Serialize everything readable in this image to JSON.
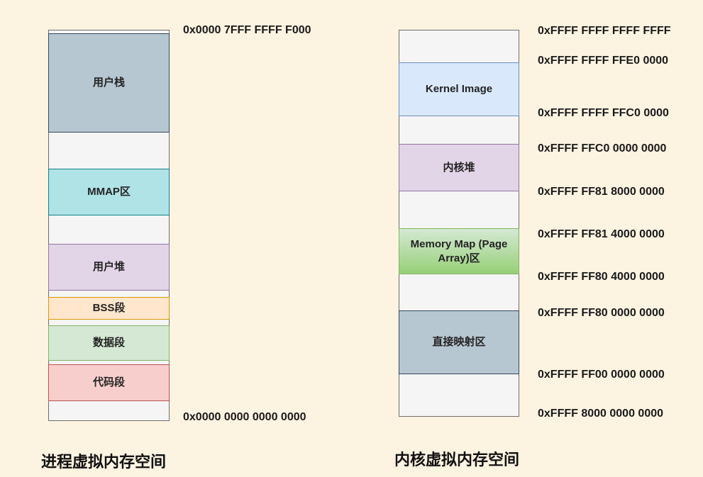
{
  "palette": {
    "background": "#FDF3E1",
    "container_fill": "#F5F5F5",
    "container_stroke": "#6E6E6E",
    "text": "#1A1A1A",
    "slate_fill": "#B7C7D1",
    "slate_stroke": "#33475B",
    "teal_fill": "#B0E3E6",
    "teal_stroke": "#0E8088",
    "purple_fill": "#E1D5E7",
    "purple_stroke": "#9673A6",
    "orange_fill": "#FFE6CC",
    "orange_stroke": "#D79B00",
    "green_fill": "#D5E8D4",
    "green_stroke": "#82B366",
    "green_gradient_bottom": "#97D077",
    "red_fill": "#F8CECC",
    "red_stroke": "#B85450",
    "blue_fill": "#DAE8FC",
    "blue_stroke": "#6C8EBF"
  },
  "process_space": {
    "title": "进程虚拟内存空间",
    "top_address": "0x0000 7FFF FFFF F000",
    "bottom_address": "0x0000 0000 0000 0000",
    "segments": [
      {
        "name": "user-stack",
        "label": "用户栈"
      },
      {
        "name": "mmap",
        "label": "MMAP区"
      },
      {
        "name": "user-heap",
        "label": "用户堆"
      },
      {
        "name": "bss",
        "label": "BSS段"
      },
      {
        "name": "data",
        "label": "数据段"
      },
      {
        "name": "code",
        "label": "代码段"
      }
    ]
  },
  "kernel_space": {
    "title": "内核虚拟内存空间",
    "segments": [
      {
        "name": "kernel-image",
        "label": "Kernel Image"
      },
      {
        "name": "kernel-heap",
        "label": "内核堆"
      },
      {
        "name": "memory-map",
        "label": "Memory Map (Page Array)区"
      },
      {
        "name": "direct-map",
        "label": "直接映射区"
      }
    ],
    "addresses": [
      "0xFFFF FFFF FFFF FFFF",
      "0xFFFF FFFF FFE0 0000",
      "0xFFFF FFFF FFC0 0000",
      "0xFFFF FFC0 0000 0000",
      "0xFFFF FF81 8000 0000",
      "0xFFFF FF81 4000 0000",
      "0xFFFF FF80 4000 0000",
      "0xFFFF FF80 0000 0000",
      "0xFFFF FF00 0000 0000",
      "0xFFFF 8000 0000 0000"
    ]
  }
}
